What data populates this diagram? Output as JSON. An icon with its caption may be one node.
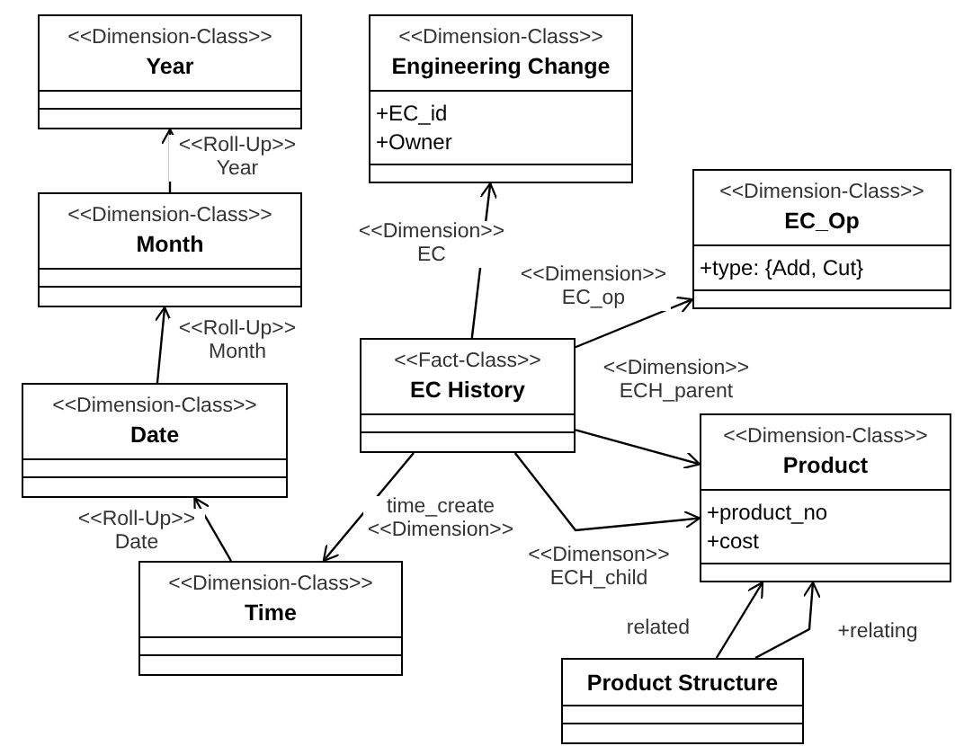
{
  "diagram": {
    "nodes": [
      {
        "text": [
          "<<Dimension-Class>>",
          "Year"
        ]
      },
      {
        "text": [
          "<<Dimension-Class>>",
          "Engineering Change",
          "+EC_id",
          "+Owner"
        ]
      },
      {
        "text": [
          "<<Dimension-Class>>",
          "Month"
        ]
      },
      {
        "text": [
          "<<Dimension-Class>>",
          "EC_Op",
          "+type: {Add, Cut}"
        ]
      },
      {
        "text": [
          "<<Fact-Class>>",
          "EC History"
        ]
      },
      {
        "text": [
          "<<Dimension-Class>>",
          "Date"
        ]
      },
      {
        "text": [
          "<<Dimension-Class>>",
          "Product",
          "+product_no",
          "+cost"
        ]
      },
      {
        "text": [
          "<<Dimension-Class>>",
          "Time"
        ]
      },
      {
        "text": [
          "Product Structure"
        ]
      }
    ],
    "edges": [
      {
        "from": 2,
        "to": 0,
        "arrow": "to",
        "label": "<<Roll-Up>> Year"
      },
      {
        "from": 5,
        "to": 2,
        "arrow": "to",
        "label": "<<Roll-Up>> Month"
      },
      {
        "from": 7,
        "to": 5,
        "arrow": "to",
        "label": "<<Roll-Up>> Date"
      },
      {
        "from": 4,
        "to": 1,
        "arrow": "to",
        "label": "<<Dimension>> EC"
      },
      {
        "from": 4,
        "to": 3,
        "arrow": "to",
        "label": "<<Dimension>> EC_op"
      },
      {
        "from": 4,
        "to": 6,
        "arrow": "to",
        "label": "<<Dimension>> ECH_parent"
      },
      {
        "from": 4,
        "to": 7,
        "arrow": "to",
        "label": "time_create <<Dimension>>"
      },
      {
        "from": 4,
        "to": 6,
        "arrow": "to",
        "label": "<<Dimenson>> ECH_child"
      },
      {
        "from": 8,
        "to": 6,
        "arrow": "to",
        "label": "related"
      },
      {
        "from": 8,
        "to": 6,
        "arrow": "to",
        "label": "+relating"
      }
    ]
  }
}
